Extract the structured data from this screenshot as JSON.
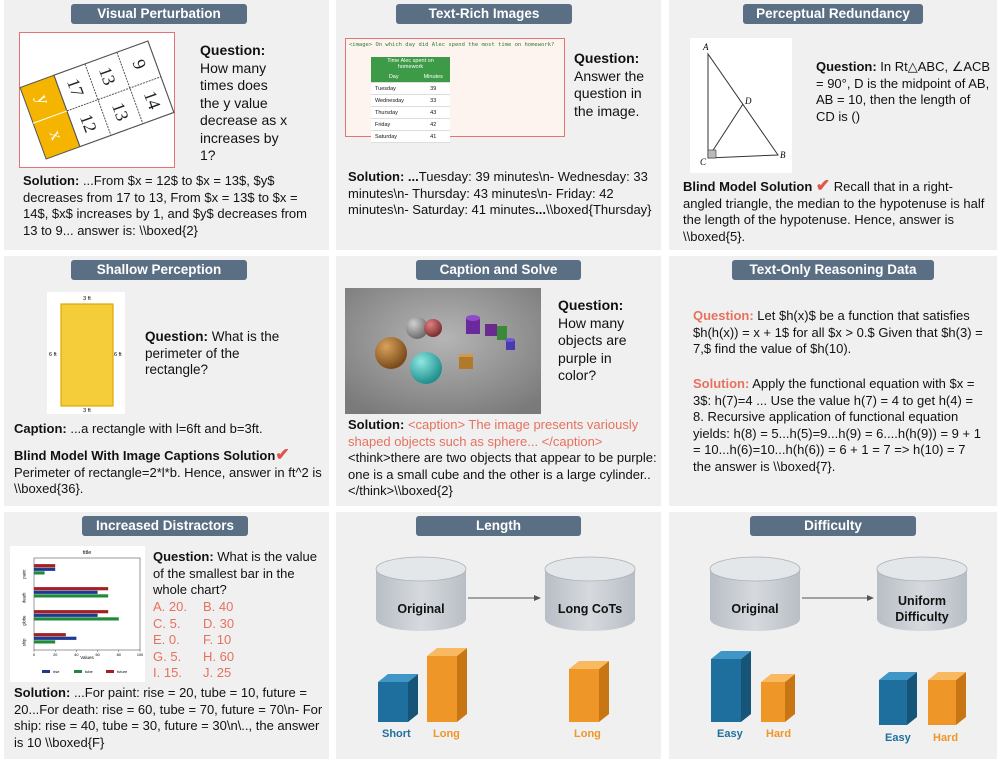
{
  "panels": {
    "p1": {
      "title": "Visual Perturbation",
      "q_label": "Question:",
      "q_text": "How many times does the y value decrease as x increases by 1?",
      "table_cells": {
        "y": "y",
        "x": "x",
        "c17": "17",
        "c13a": "13",
        "c9": "9",
        "c12": "12",
        "c13b": "13",
        "c14": "14"
      },
      "sol_label": "Solution:",
      "sol_text": " ...From $x = 12$ to $x = 13$, $y$ decreases from 17 to 13, From $x = 13$ to $x = 14$, $x$ increases by 1, and $y$ decreases from 13 to 9... answer is: \\\\boxed{2}"
    },
    "p2": {
      "title": "Text-Rich Images",
      "img_question": "<image> On which day did Alec spend the most time on homework?",
      "img_table_title": "Time Alec spent on homework",
      "img_table_head": [
        "Day",
        "Minutes"
      ],
      "img_table_rows": [
        [
          "Tuesday",
          "39"
        ],
        [
          "Wednesday",
          "33"
        ],
        [
          "Thursday",
          "43"
        ],
        [
          "Friday",
          "42"
        ],
        [
          "Saturday",
          "41"
        ]
      ],
      "q_label": "Question:",
      "q_text": " Answer the question in the image.",
      "sol_label": "Solution: ...",
      "sol_text": "Tuesday: 39 minutes\\n- Wednesday: 33 minutes\\n- Thursday: 43 minutes\\n- Friday: 42 minutes\\n- Saturday: 41 minutes",
      "sol_bold_end": "...",
      "sol_end": "\\\\boxed{Thursday}"
    },
    "p3": {
      "title": "Perceptual Redundancy",
      "fig_labels": {
        "a": "A",
        "b": "B",
        "c": "C",
        "d": "D"
      },
      "q_label": "Question:",
      "q_text": " In Rt△ABC, ∠ACB = 90°, D is the midpoint of AB, AB = 10, then the length of CD is ()",
      "sol_label": "Blind Model Solution",
      "check": "✔",
      "sol_text": " Recall that in a right-angled triangle, the median to the hypotenuse is half the length of the hypotenuse. Hence, answer is \\\\boxed{5}."
    },
    "p4": {
      "title": "Shallow Perception",
      "rect_labels": {
        "top": "3 ft",
        "bottom": "3 ft",
        "left": "6 ft",
        "right": "6 ft"
      },
      "q_label": "Question:",
      "q_text": " What is the perimeter of the rectangle?",
      "cap_label": "Caption:",
      "cap_text": " ...a rectangle with l=6ft and b=3ft.",
      "sol_label": "Blind Model With Image Captions Solution",
      "check": "✔",
      "sol_text": "Perimeter of rectangle=2*l*b. Hence, answer in ft^2 is \\\\boxed{36}."
    },
    "p5": {
      "title": "Caption and Solve",
      "q_label": "Question:",
      "q_text": " How many objects are purple in color?",
      "sol_label": "Solution:",
      "sol_caption": " <caption> The image presents variously shaped objects such as sphere... </caption>",
      "sol_text": " <think>there are two objects that appear to be purple: one is a small cube and the other is a large cylinder..</think>\\\\boxed{2}"
    },
    "p6": {
      "title": "Text-Only Reasoning Data",
      "q_label": "Question:",
      "q_text": " Let $h(x)$ be a function that satisfies $h(h(x)) = x + 1$ for all $x > 0.$ Given that $h(3) = 7,$ find the value of $h(10).",
      "sol_label": "Solution:",
      "sol_text": " Apply the functional equation with $x = 3$: h(7)=4 ... Use the value h(7) = 4 to get h(4) = 8. Recursive application of functional equation yields: h(8) = 5...h(5)=9...h(9) = 6....h(h(9)) = 9 + 1 = 10...h(6)=10...h(h(6)) = 6 + 1 = 7 => h(10) = 7 the answer is \\\\boxed{7}."
    },
    "p7": {
      "title": "Increased Distractors",
      "chart_title": "title",
      "chart_xlabel": "Values",
      "chart_ticks": [
        "0",
        "20",
        "40",
        "60",
        "80",
        "100"
      ],
      "q_label": "Question:",
      "q_text": " What is the value of the smallest bar in the whole chart?",
      "choices": [
        [
          "A. 20.",
          "B. 40"
        ],
        [
          "C. 5.",
          "D. 30"
        ],
        [
          "E. 0.",
          "F. 10"
        ],
        [
          "G. 5.",
          "H. 60"
        ],
        [
          "I. 15.",
          "J. 25"
        ]
      ],
      "sol_label": "Solution:",
      "sol_text": " ...For paint: rise = 20, tube = 10, future = 20...For death: rise = 60, tube = 70, future = 70\\n- For ship: rise = 40, tube = 30, future = 30\\n\\.., the answer is 10 \\\\boxed{F}"
    },
    "p8": {
      "title": "Length",
      "cyl_left": "Original",
      "cyl_right": "Long CoTs",
      "lbl_short": "Short",
      "lbl_long": "Long",
      "lbl_long2": "Long"
    },
    "p9": {
      "title": "Difficulty",
      "cyl_left": "Original",
      "cyl_right_1": "Uniform",
      "cyl_right_2": "Difficulty",
      "lbl_easy": "Easy",
      "lbl_hard": "Hard",
      "lbl_easy2": "Easy",
      "lbl_hard2": "Hard"
    }
  },
  "chart_data": {
    "type": "bar",
    "title": "title",
    "xlabel": "Values",
    "ylabel": "",
    "xlim": [
      0,
      100
    ],
    "categories": [
      "paint",
      "death",
      "globe",
      "ship"
    ],
    "series": [
      {
        "name": "rise",
        "values": [
          20,
          60,
          60,
          40
        ]
      },
      {
        "name": "tube",
        "values": [
          10,
          70,
          80,
          20
        ]
      },
      {
        "name": "future",
        "values": [
          20,
          70,
          70,
          30
        ]
      }
    ],
    "colors": {
      "rise": "#1f3a93",
      "tube": "#1e8a3a",
      "future": "#a52020"
    },
    "legend": "bottom"
  },
  "colors": {
    "header": "#5a6e84",
    "accent_red": "#e6715f",
    "cube_blue": "#2a7fb0",
    "cube_orange": "#f3a33a",
    "cylinder": "#c9ced4"
  }
}
